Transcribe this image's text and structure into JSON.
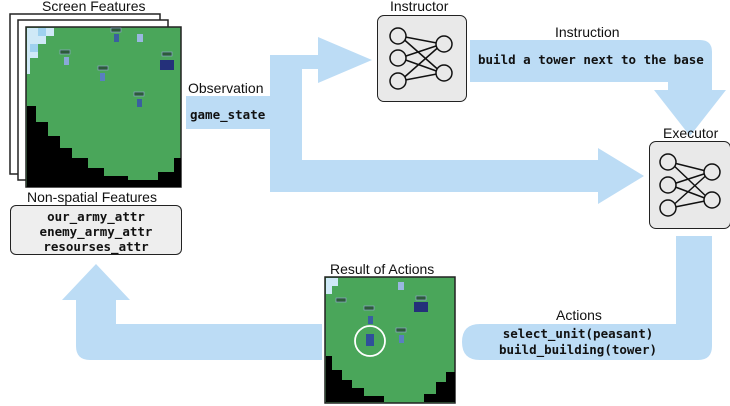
{
  "labels": {
    "screen_features": "Screen Features",
    "non_spatial_features": "Non-spatial Features",
    "observation": "Observation",
    "instructor": "Instructor",
    "instruction": "Instruction",
    "executor": "Executor",
    "result_of_actions": "Result of Actions",
    "actions": "Actions"
  },
  "code": {
    "observation": "game_state",
    "instruction": "build a tower next to the base",
    "non_spatial": [
      "our_army_attr",
      "enemy_army_attr",
      "resourses_attr"
    ],
    "actions": [
      "select_unit(peasant)",
      "build_building(tower)"
    ]
  },
  "colors": {
    "arrow": "#bcdcf5",
    "grass": "#4aa65a",
    "fog": "#000000",
    "water": "#cfe9f7",
    "box": "#e9e9e9"
  }
}
